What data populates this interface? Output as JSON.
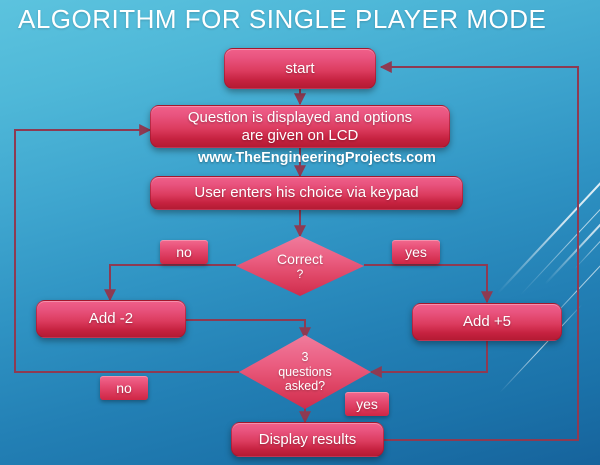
{
  "slide": {
    "title": "ALGORITHM FOR SINGLE PLAYER MODE",
    "watermark": "www.TheEngineeringProjects.com",
    "background_top_color": "#5cc3de",
    "background_bottom_color": "#16639c",
    "node_fill_top_color": "#f0608a",
    "node_fill_bottom_color": "#b41b33",
    "connector_color": "#8e3a52",
    "title_color": "#ffffff"
  },
  "flowchart": {
    "type": "flowchart",
    "nodes": [
      {
        "id": "start",
        "shape": "terminator",
        "label": "start"
      },
      {
        "id": "question",
        "shape": "process",
        "label": "Question is displayed and options are given on LCD"
      },
      {
        "id": "userinput",
        "shape": "process",
        "label": "User enters his choice via keypad"
      },
      {
        "id": "correct",
        "shape": "decision",
        "label": "Correct\n?"
      },
      {
        "id": "add_minus2",
        "shape": "process",
        "label": "Add -2"
      },
      {
        "id": "add_plus5",
        "shape": "process",
        "label": "Add +5"
      },
      {
        "id": "three_q",
        "shape": "decision",
        "label": "3\nquestions\nasked?"
      },
      {
        "id": "display",
        "shape": "process",
        "label": "Display results"
      }
    ],
    "edge_labels": [
      {
        "id": "correct_no",
        "label": "no"
      },
      {
        "id": "correct_yes",
        "label": "yes"
      },
      {
        "id": "threeq_no",
        "label": "no"
      },
      {
        "id": "threeq_yes",
        "label": "yes"
      }
    ],
    "node_text": {
      "start": "start",
      "question_line1": "Question is displayed and options",
      "question_line2": "are given on LCD",
      "userinput": "User enters his choice via keypad",
      "correct_line1": "Correct",
      "correct_line2": "?",
      "add_minus2": "Add -2",
      "add_plus5": "Add +5",
      "threeq_line1": "3",
      "threeq_line2": "questions",
      "threeq_line3": "asked?",
      "display": "Display results"
    },
    "labels": {
      "correct_no": "no",
      "correct_yes": "yes",
      "threeq_no": "no",
      "threeq_yes": "yes"
    }
  }
}
